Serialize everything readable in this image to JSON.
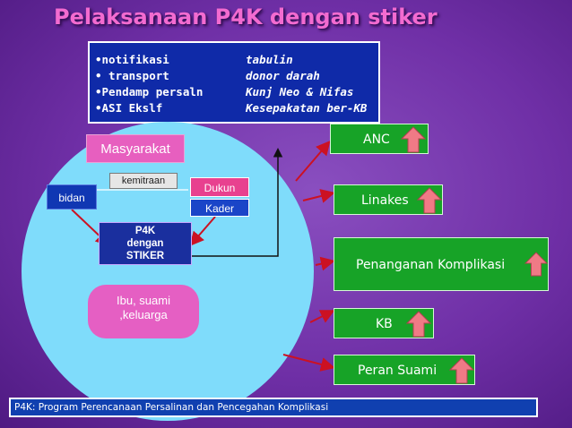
{
  "title": "Pelaksanaan P4K dengan stiker",
  "info": {
    "rows": [
      {
        "left": "•notifikasi",
        "right": "tabulin"
      },
      {
        "left": "• transport",
        "right": "donor darah"
      },
      {
        "left": "•Pendamp persaln",
        "right": "Kunj Neo & Nifas"
      },
      {
        "left": "•ASI Ekslf",
        "right": "Kesepakatan ber-KB"
      }
    ]
  },
  "diagram": {
    "masyarakat": "Masyarakat",
    "kemitraan": "kemitraan",
    "bidan": "bidan",
    "dukun": "Dukun",
    "kader": "Kader",
    "p4k_line1": "P4K",
    "p4k_line2": "dengan",
    "p4k_line3": "STIKER",
    "ibu_line1": "Ibu, suami",
    "ibu_line2": ",keluarga"
  },
  "outcomes": [
    {
      "label": "ANC"
    },
    {
      "label": "Linakes"
    },
    {
      "label": "Penanganan Komplikasi"
    },
    {
      "label": "KB"
    },
    {
      "label": "Peran Suami"
    }
  ],
  "footer": "P4K: Program Perencanaan Persalinan dan Pencegahan Komplikasi",
  "colors": {
    "green": "#17a327",
    "arrow_up": "#f07a86",
    "connector_red": "#cc1122",
    "title_pink": "#f36bd0"
  }
}
